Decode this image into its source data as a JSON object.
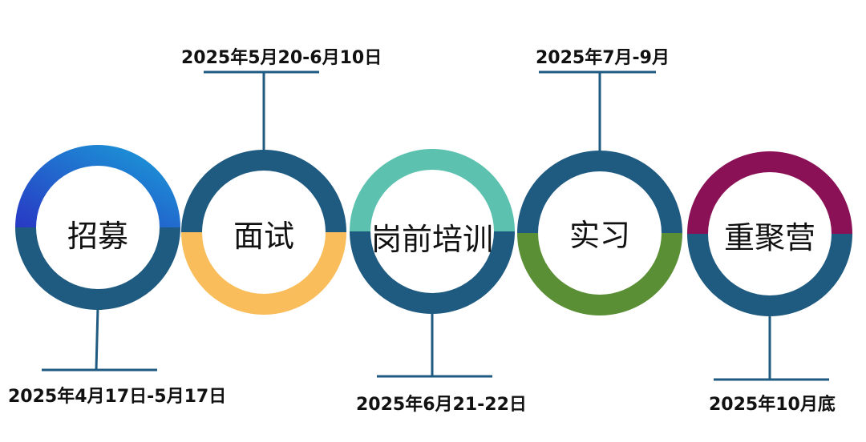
{
  "stages": [
    {
      "label": "招募",
      "date": "2025年4月17日-5月17日",
      "icon": "ring-half-blue-gradient",
      "top_color": [
        "#2a52c9",
        "#1a8bd0"
      ],
      "bottom_color": "#1f5a80",
      "date_position": "below"
    },
    {
      "label": "面试",
      "date": "2025年5月20-6月10日",
      "icon": "ring-half-yellow",
      "top_color": "#1f5a80",
      "bottom_color": "#f9be5b",
      "date_position": "above"
    },
    {
      "label": "岗前培训",
      "date": "2025年6月21-22日",
      "icon": "ring-half-teal",
      "top_color": "#5cc1ae",
      "bottom_color": "#1f5a80",
      "date_position": "below"
    },
    {
      "label": "实习",
      "date": "2025年7月-9月",
      "icon": "ring-half-green",
      "top_color": "#1f5a80",
      "bottom_color": "#5a8f36",
      "date_position": "above"
    },
    {
      "label": "重聚营",
      "date": "2025年10月底",
      "icon": "ring-half-magenta",
      "top_color": "#8a1156",
      "bottom_color": "#1f5a80",
      "date_position": "below"
    }
  ],
  "colors": {
    "connector": "#1f5a80",
    "text": "#111111"
  }
}
